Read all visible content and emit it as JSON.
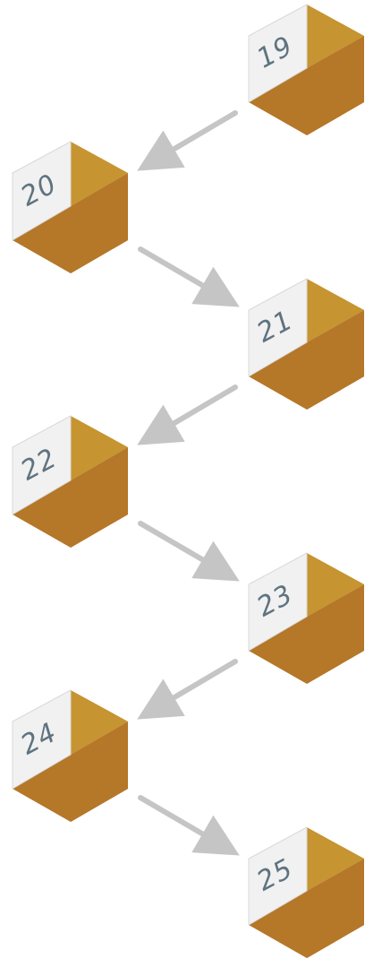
{
  "diagram": {
    "steps": [
      {
        "label": "19"
      },
      {
        "label": "20"
      },
      {
        "label": "21"
      },
      {
        "label": "22"
      },
      {
        "label": "23"
      },
      {
        "label": "24"
      },
      {
        "label": "25"
      }
    ],
    "colors": {
      "cube_top": "#c69430",
      "cube_right": "#b57728",
      "cube_face": "#f1f1f1",
      "cube_face_edge": "#d9d9d9",
      "number": "#5f7380",
      "arrow": "#c5c5c5"
    }
  }
}
